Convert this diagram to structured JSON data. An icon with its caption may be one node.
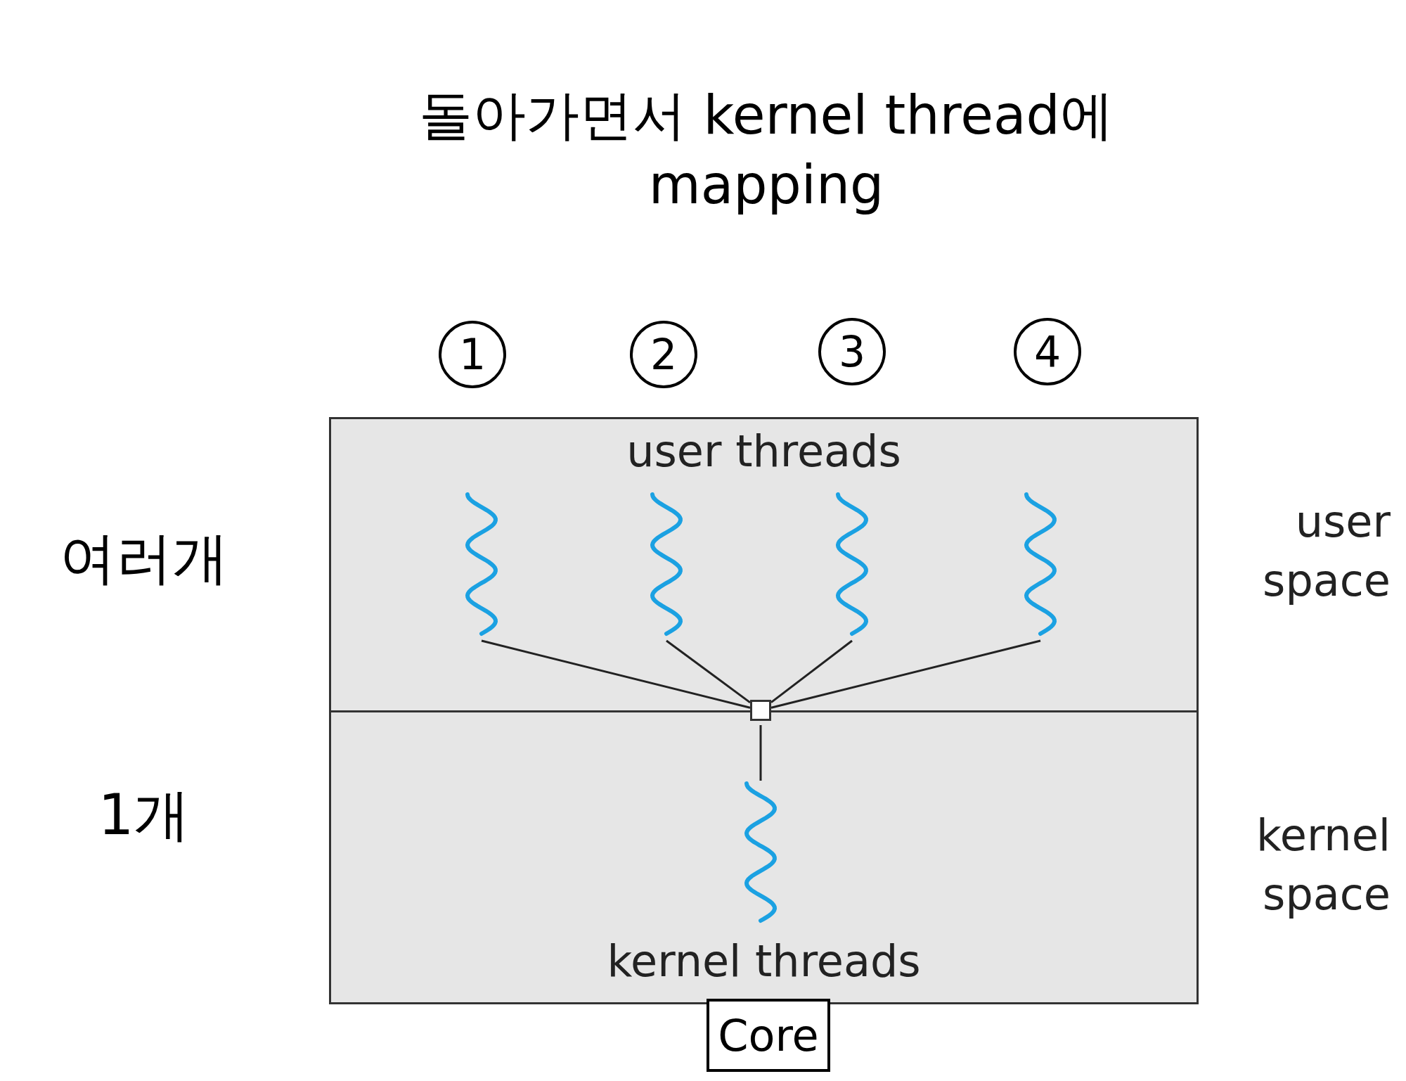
{
  "diagram": {
    "title": "돌아가면서 kernel thread에 mapping",
    "nodes": [
      {
        "text": [
          "user threads"
        ]
      },
      {
        "text": [],
        "shape": "picture",
        "in": 0
      },
      {
        "text": [],
        "shape": "picture",
        "in": 0
      },
      {
        "text": [],
        "shape": "picture",
        "in": 0
      },
      {
        "text": [],
        "shape": "picture",
        "in": 0
      },
      {
        "text": [],
        "shape": "box"
      },
      {
        "text": [
          "kernel threads"
        ]
      },
      {
        "text": [],
        "shape": "picture",
        "in": 6
      },
      {
        "text": [
          "Core"
        ]
      }
    ],
    "edges": [
      {
        "from": 1,
        "to": 5,
        "arrow": "none"
      },
      {
        "from": 2,
        "to": 5,
        "arrow": "none"
      },
      {
        "from": 3,
        "to": 5,
        "arrow": "none"
      },
      {
        "from": 4,
        "to": 5,
        "arrow": "none"
      },
      {
        "from": 5,
        "to": 7,
        "arrow": "none"
      }
    ],
    "labels": [
      "1",
      "2",
      "3",
      "4",
      "user space",
      "kernel space",
      "여러개",
      "1개"
    ]
  }
}
